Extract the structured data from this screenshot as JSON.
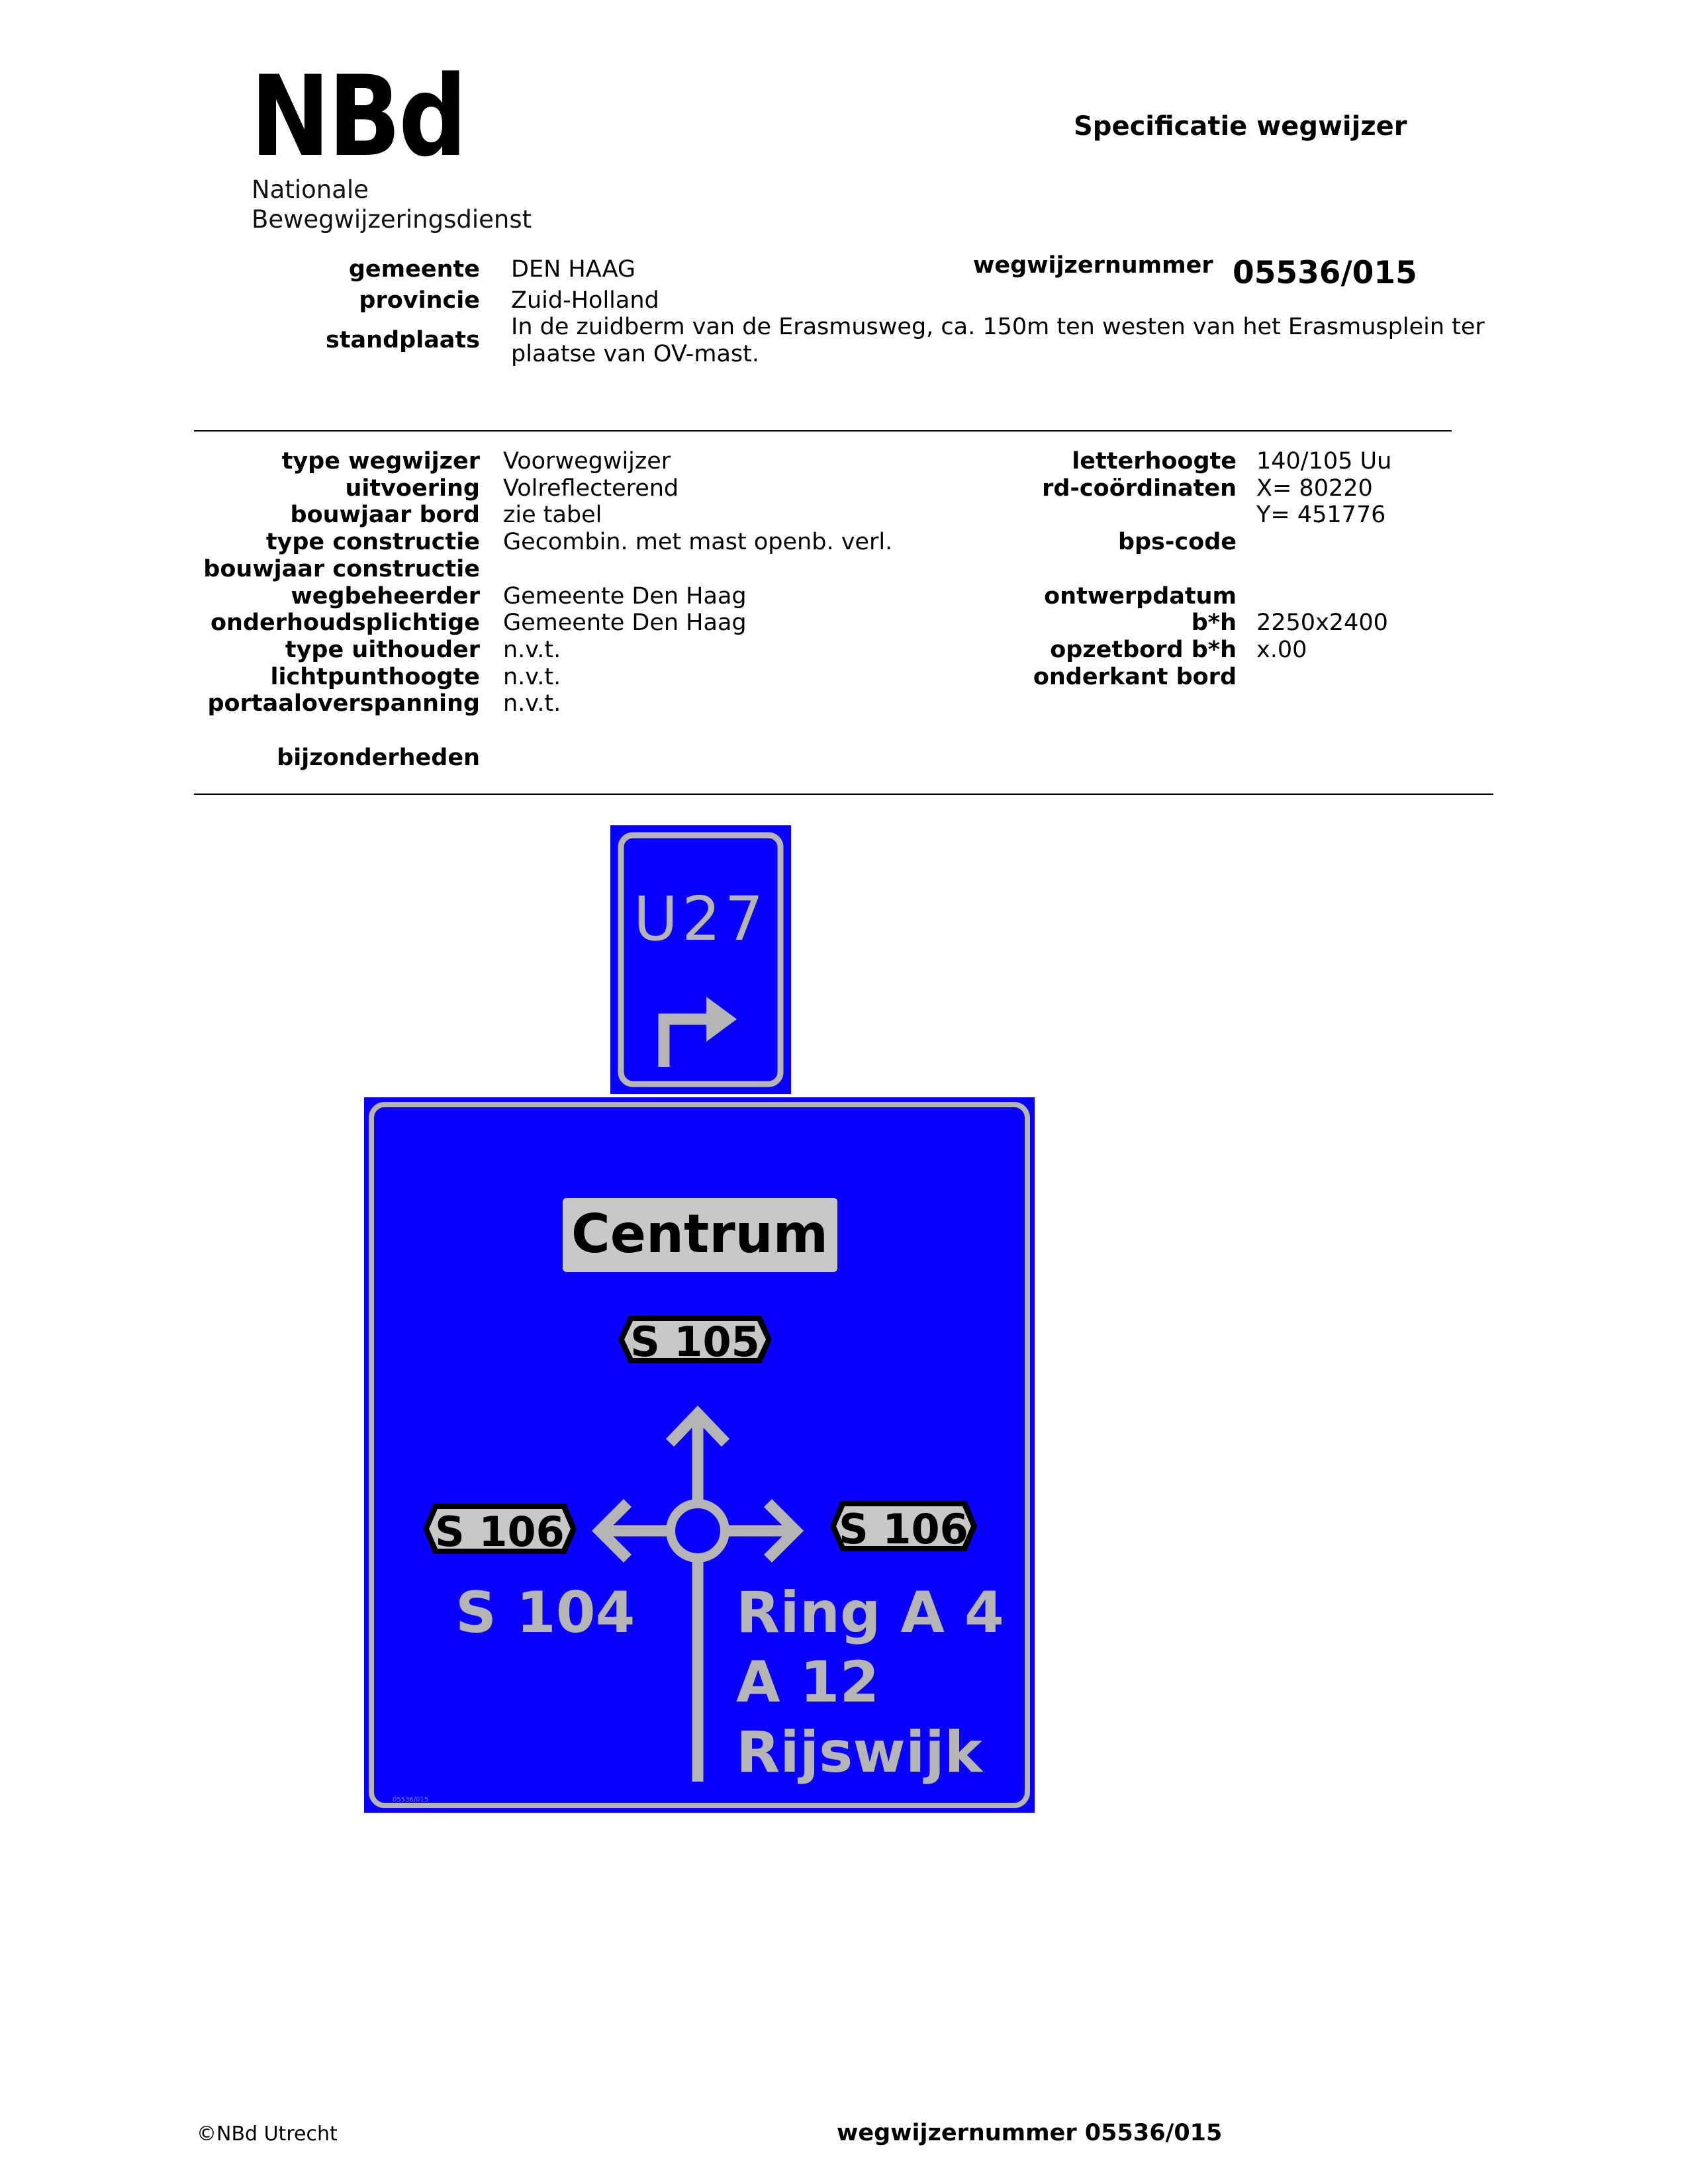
{
  "logo": {
    "abbr": "NBd",
    "line1": "Nationale",
    "line2": "Bewegwijzeringsdienst"
  },
  "doc_title": "Specificatie wegwijzer",
  "header": {
    "gemeente_label": "gemeente",
    "gemeente": "DEN HAAG",
    "provincie_label": "provincie",
    "provincie": "Zuid-Holland",
    "standplaats_label": "standplaats",
    "standplaats_line1": "In de zuidberm van de Erasmusweg, ca. 150m ten westen van het Erasmusplein ter",
    "standplaats_line2": "plaatse van OV-mast.",
    "wegwijzernummer_label": "wegwijzernummer",
    "wegwijzernummer": "05536/015"
  },
  "specs_left": [
    {
      "label": "type wegwijzer",
      "value": "Voorwegwijzer"
    },
    {
      "label": "uitvoering",
      "value": "Volreflecterend"
    },
    {
      "label": "bouwjaar bord",
      "value": "zie tabel"
    },
    {
      "label": "type constructie",
      "value": "Gecombin. met mast openb. verl."
    },
    {
      "label": "bouwjaar constructie",
      "value": ""
    },
    {
      "label": "wegbeheerder",
      "value": "Gemeente Den Haag"
    },
    {
      "label": "onderhoudsplichtige",
      "value": "Gemeente Den Haag"
    },
    {
      "label": "type uithouder",
      "value": "n.v.t."
    },
    {
      "label": "lichtpunthoogte",
      "value": "n.v.t."
    },
    {
      "label": "portaaloverspanning",
      "value": "n.v.t."
    }
  ],
  "specs_right": [
    {
      "label": "letterhoogte",
      "value": "140/105 Uu"
    },
    {
      "label": "rd-coördinaten",
      "value": "X= 80220"
    },
    {
      "label": "",
      "value": "Y= 451776"
    },
    {
      "label": "bps-code",
      "value": ""
    },
    {
      "label": "",
      "value": ""
    },
    {
      "label": "ontwerpdatum",
      "value": ""
    },
    {
      "label": "b*h",
      "value": "2250x2400"
    },
    {
      "label": "opzetbord b*h",
      "value": "x.00"
    },
    {
      "label": "onderkant bord",
      "value": ""
    }
  ],
  "bijzonderheden_label": "bijzonderheden",
  "sign": {
    "top_route": "U27",
    "centrum": "Centrum",
    "route_up": "S 105",
    "route_left": "S 106",
    "route_right": "S 106",
    "dest_left": "S 104",
    "dest_right_1": "Ring A 4",
    "dest_right_2": "A 12",
    "dest_right_3": "Rijswijk",
    "small_code": "05536/015",
    "colors": {
      "blue": "#0a00ff",
      "legend": "#b5b5b5",
      "shield_bg": "#c8c8c8",
      "text_dark": "#000000"
    }
  },
  "footer": {
    "copyright": "©NBd Utrecht",
    "number_label": "wegwijzernummer 05536/015"
  }
}
